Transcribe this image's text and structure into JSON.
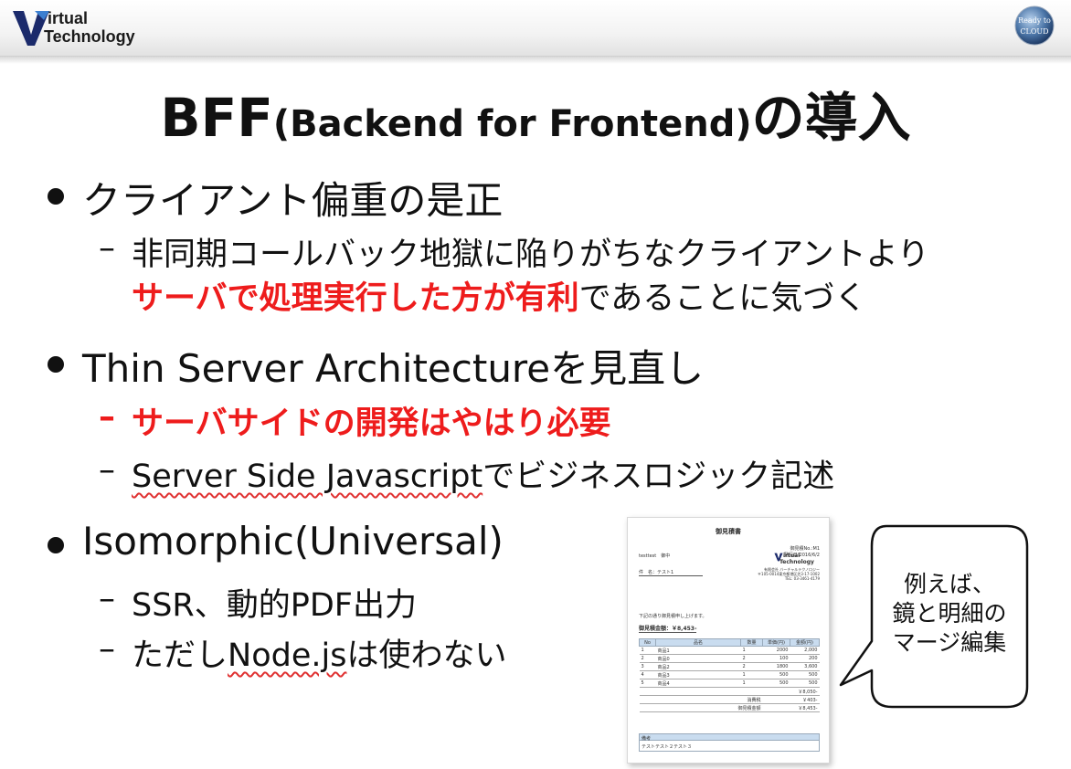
{
  "header": {
    "logo_line1": "irtual",
    "logo_line2": "Technology",
    "badge_line1": "Ready to",
    "badge_line2": "CLOUD"
  },
  "title": {
    "part1": "BFF",
    "part2": "(Backend for Frontend)",
    "part3": "の導入"
  },
  "bullets": [
    {
      "text": "クライアント偏重の是正",
      "subs": [
        {
          "dash": "–",
          "text": "非同期コールバック地獄に陥りがちなクライアントより"
        },
        {
          "red": "サーバで処理実行した方が有利",
          "text": "であることに気づく"
        }
      ]
    },
    {
      "text": "Thin Server Architectureを見直し",
      "subs": [
        {
          "dash": "–",
          "red": "サーバサイドの開発はやはり必要"
        },
        {
          "dash": "–",
          "squiggle": "Server Side Javascript",
          "text": "でビジネスロジック記述"
        }
      ]
    },
    {
      "text": "Isomorphic(Universal)",
      "subs": [
        {
          "dash": "–",
          "text": "SSR、動的PDF出力"
        },
        {
          "dash": "–",
          "pre": "ただし",
          "squiggle": "Node.js",
          "text": "は使わない"
        }
      ]
    }
  ],
  "document": {
    "title": "御見積書",
    "doc_no": "御見積No.:M1",
    "date": "発行日:2016/6/2",
    "to": "testtest　御中",
    "subject": "件　名：テスト1",
    "company_logo1": "irtual",
    "company_logo2": "Technology",
    "company_name": "有限会社 バーチャルテクノロジー",
    "company_addr": "〒105-0014東京都港区芝3-17-1002",
    "company_tel": "TEL: 03-3461-4179",
    "greeting": "下記の通り御見積申し上げます。",
    "total_label": "御見積金額：￥8,453-",
    "table_headers": [
      "No",
      "品名",
      "数量",
      "単価(円)",
      "金額(円)"
    ],
    "rows": [
      [
        "1",
        "商品1",
        "1",
        "2000",
        "2,000"
      ],
      [
        "2",
        "商品0",
        "2",
        "100",
        "200"
      ],
      [
        "3",
        "商品2",
        "2",
        "1800",
        "3,600"
      ],
      [
        "4",
        "商品3",
        "1",
        "500",
        "500"
      ],
      [
        "5",
        "商品4",
        "1",
        "500",
        "500"
      ]
    ],
    "subtotal": "￥8,050-",
    "tax_label": "消費税",
    "tax": "￥403-",
    "grand_label": "御見積金額",
    "grand": "￥8,453-",
    "remarks_label": "備考",
    "remarks": "テストテスト２テスト３"
  },
  "callout": {
    "line1": "例えば、",
    "line2": "鏡と明細の",
    "line3": "マージ編集"
  },
  "colors": {
    "accent_red": "#ee1c1c",
    "table_header": "#c9dcef"
  }
}
